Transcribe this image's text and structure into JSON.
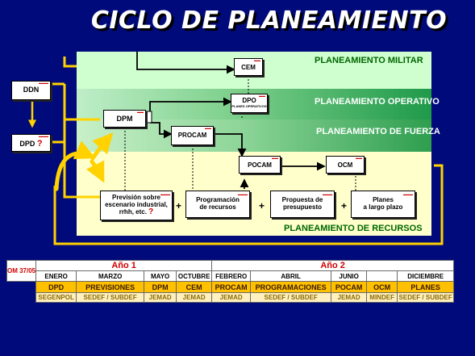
{
  "title": "CICLO DE PLANEAMIENTO",
  "bands": {
    "militar": "PLANEAMIENTO MILITAR",
    "operativo": "PLANEAMIENTO OPERATIVO",
    "fuerza": "PLANEAMIENTO DE FUERZA",
    "recursos": "PLANEAMIENTO DE RECURSOS"
  },
  "docs": {
    "ddn": "DDN",
    "dpd": "DPD",
    "dpd_mark": "?",
    "dpm": "DPM",
    "cem": "CEM",
    "dpo": "DPO",
    "dpo_sub": "PLANES OPERATIVOS",
    "procam": "PROCAM",
    "pocam": "POCAM",
    "ocm": "OCM",
    "prevision_l1": "Previsión sobre",
    "prevision_l2": "escenario industrial,",
    "prevision_l3": "rrhh, etc.",
    "prevision_mark": "?",
    "programacion_l1": "Programación",
    "programacion_l2": "de recursos",
    "propuesta_l1": "Propuesta de",
    "propuesta_l2": "presupuesto",
    "planes_l1": "Planes",
    "planes_l2": "a largo plazo",
    "plus": "+"
  },
  "timeline": {
    "om": "OM 37/05",
    "year1": "Año 1",
    "year2": "Año 2",
    "months": [
      "ENERO",
      "MARZO",
      "MAYO",
      "OCTUBRE",
      "FEBRERO",
      "ABRIL",
      "JUNIO",
      "",
      "DICIEMBRE"
    ],
    "activities": [
      "DPD",
      "PREVISIONES",
      "DPM",
      "CEM",
      "PROCAM",
      "PROGRAMACIONES",
      "POCAM",
      "OCM",
      "PLANES"
    ],
    "organs": [
      "SEGENPOL",
      "SEDEF / SUBDEF",
      "JEMAD",
      "JEMAD",
      "JEMAD",
      "SEDEF / SUBDEF",
      "JEMAD",
      "MINDEF",
      "SEDEF / SUBDEF"
    ]
  },
  "colors": {
    "background": "#000a7a",
    "militar_band": "#cfffcf",
    "operativo_band": "#1f9a4a",
    "fuerza_band": "#3db25c",
    "recursos_band": "#ffffcc",
    "arrow_yellow": "#ffd200",
    "act_row": "#ffc000"
  }
}
